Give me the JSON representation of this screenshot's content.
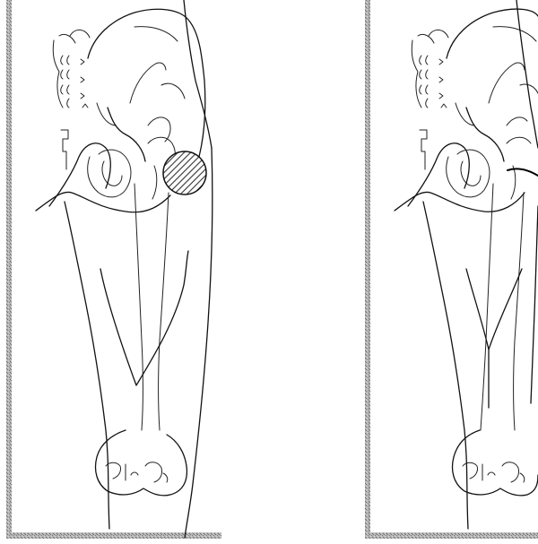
{
  "figure": {
    "panels": [
      {
        "id": "left",
        "description_marker": "circular-hatched-region-at-hip"
      },
      {
        "id": "right",
        "description_marker": "bold-line-at-hip"
      }
    ],
    "colors": {
      "line": "#111111",
      "frame_gray": "#9a9a9a",
      "hatch": "#333333",
      "background": "#ffffff"
    }
  }
}
